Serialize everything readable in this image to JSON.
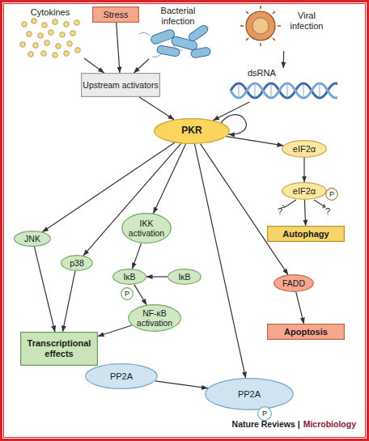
{
  "diagram": {
    "nodes": [
      {
        "text": [
          "Cytokines"
        ]
      },
      {
        "text": [
          "Stress"
        ]
      },
      {
        "text": [
          "Bacterial infection"
        ]
      },
      {
        "text": [
          "Viral infection"
        ]
      },
      {
        "text": [
          "Upstream activators"
        ]
      },
      {
        "text": [
          "dsRNA"
        ]
      },
      {
        "text": [
          "PKR"
        ]
      },
      {
        "text": [
          "eIF2α"
        ]
      },
      {
        "text": [
          "eIF2α"
        ]
      },
      {
        "text": [
          "P"
        ]
      },
      {
        "text": [
          "IKK activation"
        ]
      },
      {
        "text": [
          "Autophagy"
        ]
      },
      {
        "text": [
          "JNK"
        ]
      },
      {
        "text": [
          "p38"
        ]
      },
      {
        "text": [
          "IκB"
        ]
      },
      {
        "text": [
          "IκB"
        ]
      },
      {
        "text": [
          "FADD"
        ]
      },
      {
        "text": [
          "P"
        ]
      },
      {
        "text": [
          "NF-κB activation"
        ]
      },
      {
        "text": [
          "Apoptosis"
        ]
      },
      {
        "text": [
          "Transcriptional effects"
        ]
      },
      {
        "text": [
          "PP2A"
        ]
      },
      {
        "text": [
          "PP2A"
        ]
      },
      {
        "text": [
          "P"
        ]
      }
    ],
    "edges": [
      {
        "from": 0,
        "to": 4,
        "arrow": "to"
      },
      {
        "from": 1,
        "to": 4,
        "arrow": "to"
      },
      {
        "from": 2,
        "to": 4,
        "arrow": "to"
      },
      {
        "from": 3,
        "to": 5,
        "arrow": "to"
      },
      {
        "from": 4,
        "to": 6,
        "arrow": "to"
      },
      {
        "from": 5,
        "to": 6,
        "arrow": "to"
      },
      {
        "from": 6,
        "to": 6,
        "arrow": "to"
      },
      {
        "from": 6,
        "to": 7,
        "arrow": "to"
      },
      {
        "from": 7,
        "to": 8,
        "arrow": "to"
      },
      {
        "from": 8,
        "to": 11,
        "arrow": "to"
      },
      {
        "from": 6,
        "to": 12,
        "arrow": "to"
      },
      {
        "from": 6,
        "to": 13,
        "arrow": "to"
      },
      {
        "from": 6,
        "to": 10,
        "arrow": "to"
      },
      {
        "from": 10,
        "to": 14,
        "arrow": "to"
      },
      {
        "from": 15,
        "to": 14,
        "arrow": "to"
      },
      {
        "from": 14,
        "to": 18,
        "arrow": "to"
      },
      {
        "from": 6,
        "to": 16,
        "arrow": "to"
      },
      {
        "from": 16,
        "to": 19,
        "arrow": "to"
      },
      {
        "from": 12,
        "to": 20,
        "arrow": "to"
      },
      {
        "from": 13,
        "to": 20,
        "arrow": "to"
      },
      {
        "from": 18,
        "to": 20,
        "arrow": "to"
      },
      {
        "from": 6,
        "to": 22,
        "arrow": "to"
      },
      {
        "from": 21,
        "to": 22,
        "arrow": "to"
      }
    ],
    "labels": [
      "?",
      "?",
      "Nature Reviews |",
      "Microbiology"
    ]
  }
}
